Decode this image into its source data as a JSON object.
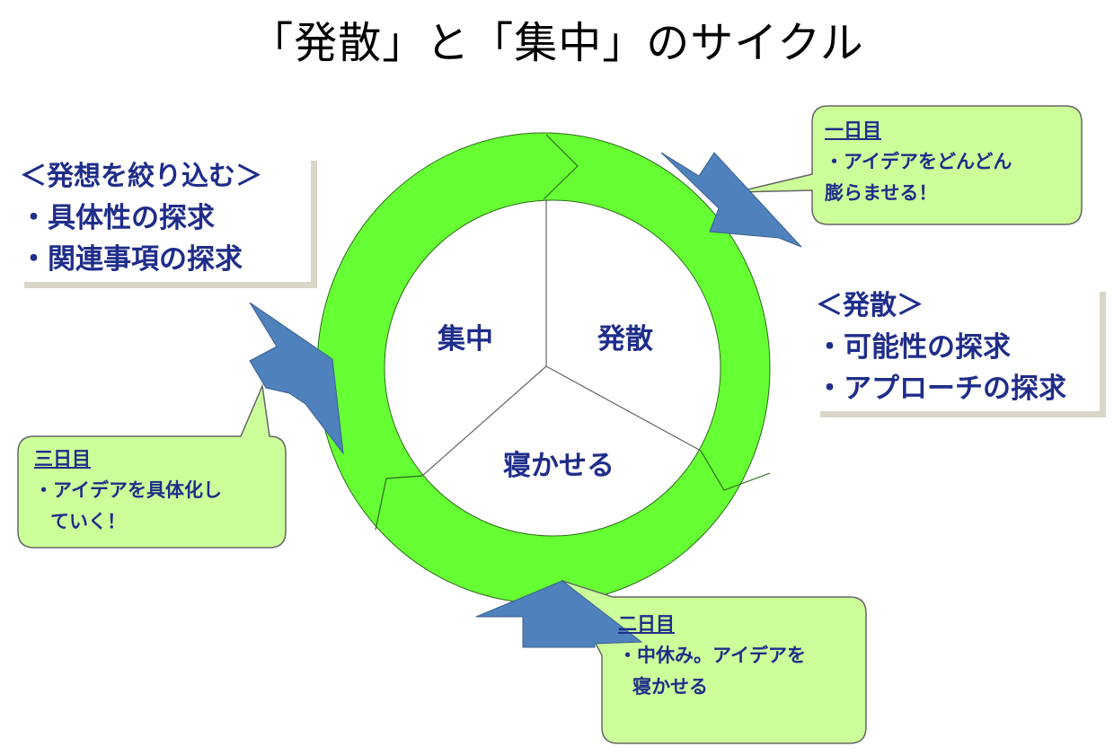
{
  "title": "「発散」と「集中」のサイクル",
  "colors": {
    "ring": "#66ff33",
    "arrow": "#4f81bd",
    "callout": "#ccff99",
    "text": "#1f2d8a"
  },
  "segments": {
    "concentrate": "集中",
    "diverge": "発散",
    "rest": "寝かせる"
  },
  "boxes": {
    "focus": {
      "heading": "＜発想を絞り込む＞",
      "items": [
        "・具体性の探求",
        "・関連事項の探求"
      ]
    },
    "diverge": {
      "heading": "＜発散＞",
      "items": [
        "・可能性の探求",
        "・アプローチの探求"
      ]
    }
  },
  "callouts": {
    "day1": {
      "day": "一日目",
      "lines": [
        "・アイデアをどんどん",
        "膨らませる！"
      ]
    },
    "day2": {
      "day": "二日目",
      "lines": [
        "・中休み。アイデアを",
        "寝かせる"
      ]
    },
    "day3": {
      "day": "三日目",
      "lines": [
        "・アイデアを具体化し",
        "ていく！"
      ]
    }
  },
  "icons": {
    "cycle": "cycle-ring-icon",
    "arrow": "pointer-arrow-icon"
  }
}
